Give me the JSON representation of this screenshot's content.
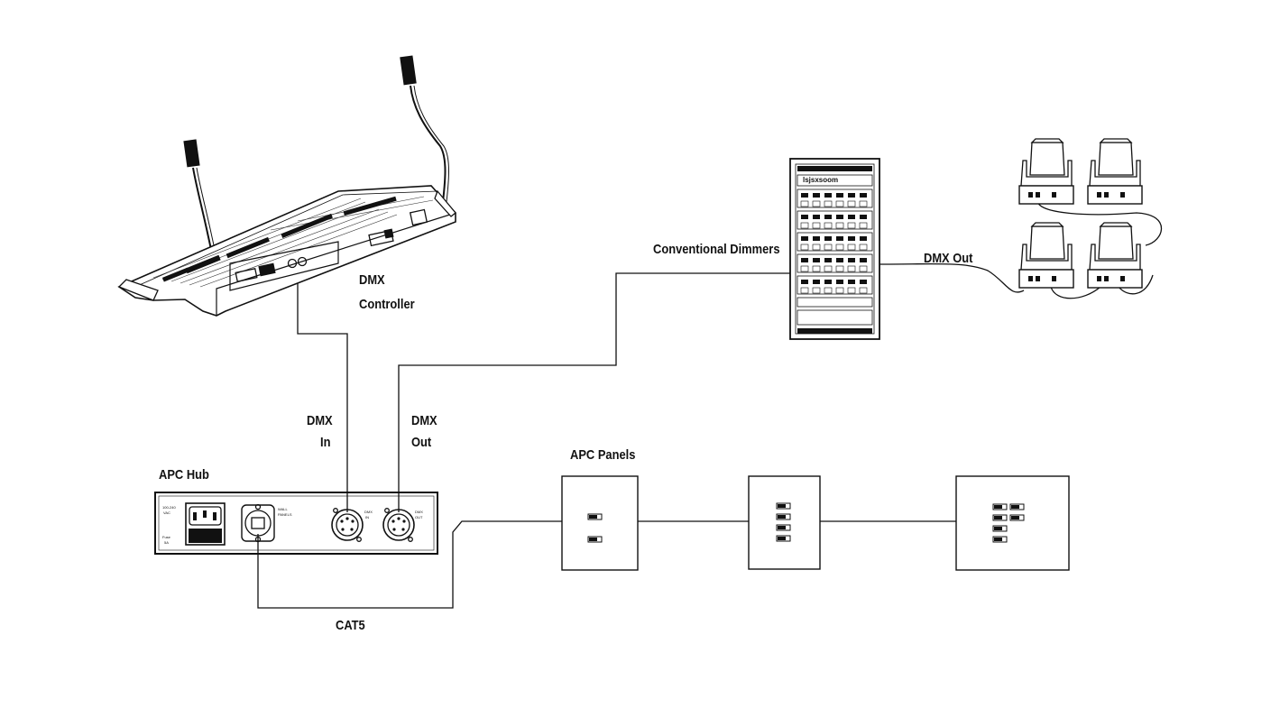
{
  "labels": {
    "dmx_controller_1": "DMX",
    "dmx_controller_2": "Controller",
    "conventional_dimmers": "Conventional Dimmers",
    "dmx_out_right": "DMX Out",
    "dmx_in_1": "DMX",
    "dmx_in_2": "In",
    "dmx_out_1": "DMX",
    "dmx_out_2": "Out",
    "apc_hub": "APC Hub",
    "apc_panels": "APC Panels",
    "cat5": "CAT5"
  },
  "hub_panel_text": {
    "voltage_1": "100-240",
    "voltage_2": "VAC",
    "fuse_1": "Fuse",
    "fuse_2": "5A",
    "wall_1": "WALL",
    "wall_2": "PANELS",
    "dmx_in_1": "DMX",
    "dmx_in_2": "IN",
    "dmx_out_1": "DMX",
    "dmx_out_2": "OUT"
  },
  "dimmer_brand": "lsjsxsoom"
}
